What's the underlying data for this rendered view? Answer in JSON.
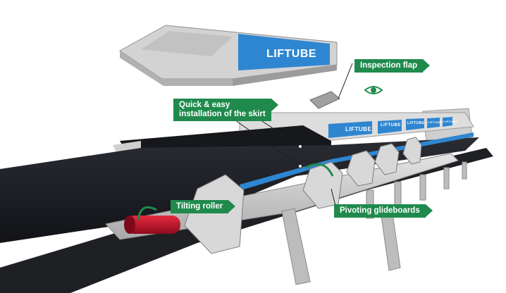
{
  "callouts": {
    "inspection_flap": "Inspection flap",
    "skirt_installation": "Quick & easy\ninstallation of the skirt",
    "tilting_roller": "Tilting roller",
    "pivoting_glideboards": "Pivoting glideboards"
  },
  "brand": {
    "logo_text": "LIFTUBE",
    "small_labels": [
      "LIFTUBE",
      "LIFTUBE",
      "LIFTUBE",
      "LIFTUBE",
      "LIFTUBE"
    ]
  },
  "colors": {
    "callout_green": "#1f8a4c",
    "brand_blue": "#2e86d1",
    "belt_dark": "#1b1d22",
    "frame_grey": "#c9c9c9",
    "roller_red": "#c8102e"
  }
}
